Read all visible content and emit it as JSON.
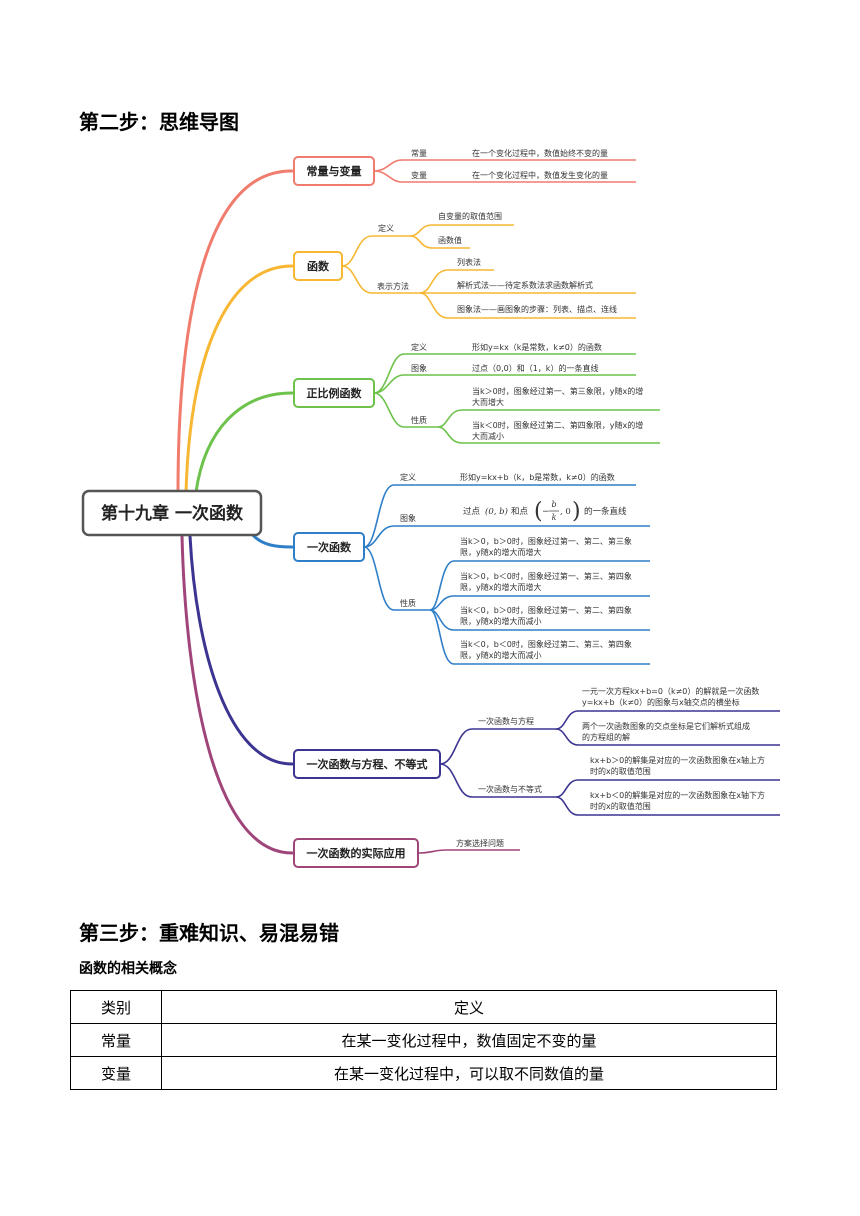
{
  "step2_heading": "第二步：思维导图",
  "step3_heading": "第三步：重难知识、易混易错",
  "section_title": "函数的相关概念",
  "colors": {
    "branch1": "#f07c6e",
    "branch2": "#f7b733",
    "branch3": "#6cc24a",
    "branch4": "#2f7fc8",
    "branch5": "#3b3591",
    "branch6": "#a0457a"
  },
  "mindmap": {
    "root": "第十九章 一次函数",
    "b1": {
      "title": "常量与变量",
      "items": [
        {
          "label": "常量",
          "text": "在一个变化过程中，数值始终不变的量"
        },
        {
          "label": "变量",
          "text": "在一个变化过程中，数值发生变化的量"
        }
      ]
    },
    "b2": {
      "title": "函数",
      "def_label": "定义",
      "def_items": [
        "自变量的取值范围",
        "函数值"
      ],
      "rep_label": "表示方法",
      "rep_items": [
        "列表法",
        "解析式法——待定系数法求函数解析式",
        "图象法——画图象的步骤：列表、描点、连线"
      ]
    },
    "b3": {
      "title": "正比例函数",
      "def_label": "定义",
      "def_text": "形如y=kx（k是常数，k≠0）的函数",
      "img_label": "图象",
      "img_text": "过点（0,0）和（1，k）的一条直线",
      "prop_label": "性质",
      "prop1": [
        "当k＞0时，图象经过第一、第三象限，y随x的增",
        "大而增大"
      ],
      "prop2": [
        "当k＜0时，图象经过第二、第四象限，y随x的增",
        "大而减小"
      ]
    },
    "b4": {
      "title": "一次函数",
      "def_label": "定义",
      "def_text": "形如y=kx+b（k，b是常数，k≠0）的函数",
      "img_label": "图象",
      "img_pre": "过点",
      "img_pt1": "(0, b)",
      "img_and": "和点",
      "img_num": "b",
      "img_den": "k",
      "img_tail": ", 0",
      "img_post": "的一条直线",
      "prop_label": "性质",
      "props": [
        [
          "当k＞0，b＞0时，图象经过第一、第二、第三象",
          "限，y随x的增大而增大"
        ],
        [
          "当k＞0，b＜0时，图象经过第一、第三、第四象",
          "限，y随x的增大而增大"
        ],
        [
          "当k＜0，b＞0时，图象经过第一、第二、第四象",
          "限，y随x的增大而减小"
        ],
        [
          "当k＜0，b＜0时，图象经过第二、第三、第四象",
          "限，y随x的增大而减小"
        ]
      ]
    },
    "b5": {
      "title": "一次函数与方程、不等式",
      "eq_label": "一次函数与方程",
      "eq1": [
        "一元一次方程kx+b=0（k≠0）的解就是一次函数",
        "y=kx+b（k≠0）的图象与x轴交点的横坐标"
      ],
      "eq2": [
        "两个一次函数图象的交点坐标是它们解析式组成",
        "的方程组的解"
      ],
      "ineq_label": "一次函数与不等式",
      "ineq1": [
        "kx+b＞0的解集是对应的一次函数图象在x轴上方",
        "时的x的取值范围"
      ],
      "ineq2": [
        "kx+b＜0的解集是对应的一次函数图象在x轴下方",
        "时的x的取值范围"
      ]
    },
    "b6": {
      "title": "一次函数的实际应用",
      "item": "方案选择问题"
    }
  },
  "table": {
    "headers": [
      "类别",
      "定义"
    ],
    "rows": [
      [
        "常量",
        "在某一变化过程中，数值固定不变的量"
      ],
      [
        "变量",
        "在某一变化过程中，可以取不同数值的量"
      ]
    ]
  }
}
